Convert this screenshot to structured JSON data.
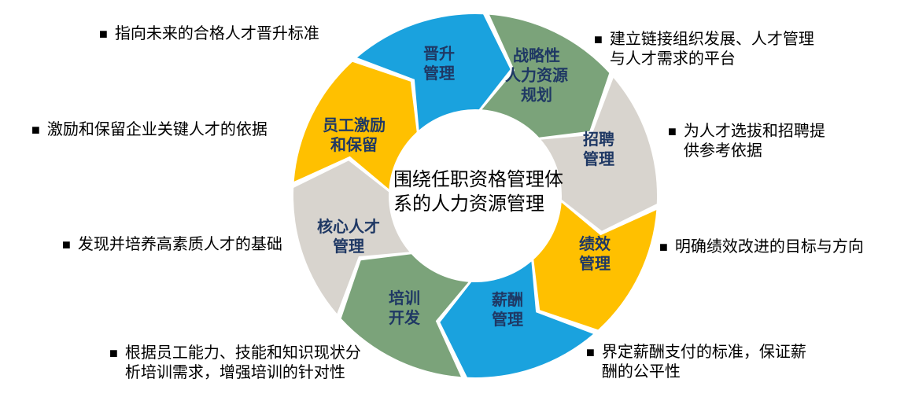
{
  "diagram": {
    "center_text": "围绕任职资格管理体\n系的人力资源管理",
    "label_color": "#1F3864",
    "colors": {
      "blue": "#1AA2DE",
      "green": "#7BA37A",
      "gray": "#D8D4CE",
      "yellow": "#FFC000"
    },
    "segments": [
      {
        "id": "promotion-management",
        "label": "晋升\n管理",
        "color": "#1AA2DE"
      },
      {
        "id": "strategic-hr-planning",
        "label": "战略性\n人力资源\n规划",
        "color": "#7BA37A"
      },
      {
        "id": "recruitment-management",
        "label": "招聘\n管理",
        "color": "#D8D4CE"
      },
      {
        "id": "performance-management",
        "label": "绩效\n管理",
        "color": "#FFC000"
      },
      {
        "id": "compensation-management",
        "label": "薪酬\n管理",
        "color": "#1AA2DE"
      },
      {
        "id": "training-development",
        "label": "培训\n开发",
        "color": "#7BA37A"
      },
      {
        "id": "core-talent-management",
        "label": "核心人才\n管理",
        "color": "#D8D4CE"
      },
      {
        "id": "employee-motivation-retention",
        "label": "员工激励\n和保留",
        "color": "#FFC000"
      }
    ]
  },
  "annotations": [
    {
      "id": "promotion-standard",
      "marker": "■",
      "text": "指向未来的合格人才晋升标准"
    },
    {
      "id": "org-development-platform",
      "marker": "■",
      "text": "建立链接组织发展、人才管理\n与人才需求的平台"
    },
    {
      "id": "talent-selection-reference",
      "marker": "■",
      "text": "为人才选拔和招聘提\n供参考依据"
    },
    {
      "id": "performance-improvement-direction",
      "marker": "■",
      "text": "明确绩效改进的目标与方向"
    },
    {
      "id": "compensation-fairness",
      "marker": "■",
      "text": "界定薪酬支付的标准，保证薪\n酬的公平性"
    },
    {
      "id": "training-needs-analysis",
      "marker": "■",
      "text": "根据员工能力、技能和知识现状分\n析培训需求，增强培训的针对性"
    },
    {
      "id": "talent-cultivation-foundation",
      "marker": "■",
      "text": "发现并培养高素质人才的基础"
    },
    {
      "id": "motivation-retention-basis",
      "marker": "■",
      "text": "激励和保留企业关键人才的依据"
    }
  ]
}
